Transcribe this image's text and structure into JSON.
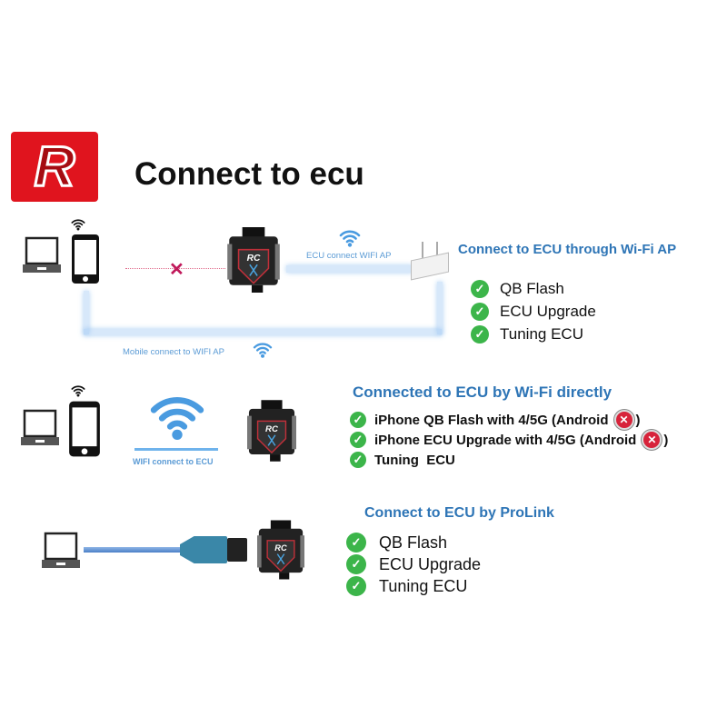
{
  "title": "Connect to ecu",
  "logo": {
    "letter": "R",
    "color": "#e0141e"
  },
  "accent": "#2e75b6",
  "section1": {
    "heading": "Connect to ECU through Wi-Fi AP",
    "ecu_label": "ECU connect WIFI AP",
    "mobile_label": "Mobile connect to WIFI AP",
    "items": [
      "QB Flash",
      "ECU Upgrade",
      "Tuning ECU"
    ]
  },
  "section2": {
    "heading": "Connected to ECU by Wi-Fi directly",
    "wifi_label": "WIFI connect to ECU",
    "items": [
      {
        "text": "iPhone QB Flash with 4/5G (Android",
        "suffix": ")"
      },
      {
        "text": "iPhone ECU Upgrade  with 4/5G (Android",
        "suffix": ")"
      },
      {
        "text": "Tuning  ECU"
      }
    ]
  },
  "section3": {
    "heading": "Connect to ECU by ProLink",
    "items": [
      "QB Flash",
      "ECU Upgrade",
      "Tuning ECU"
    ]
  }
}
